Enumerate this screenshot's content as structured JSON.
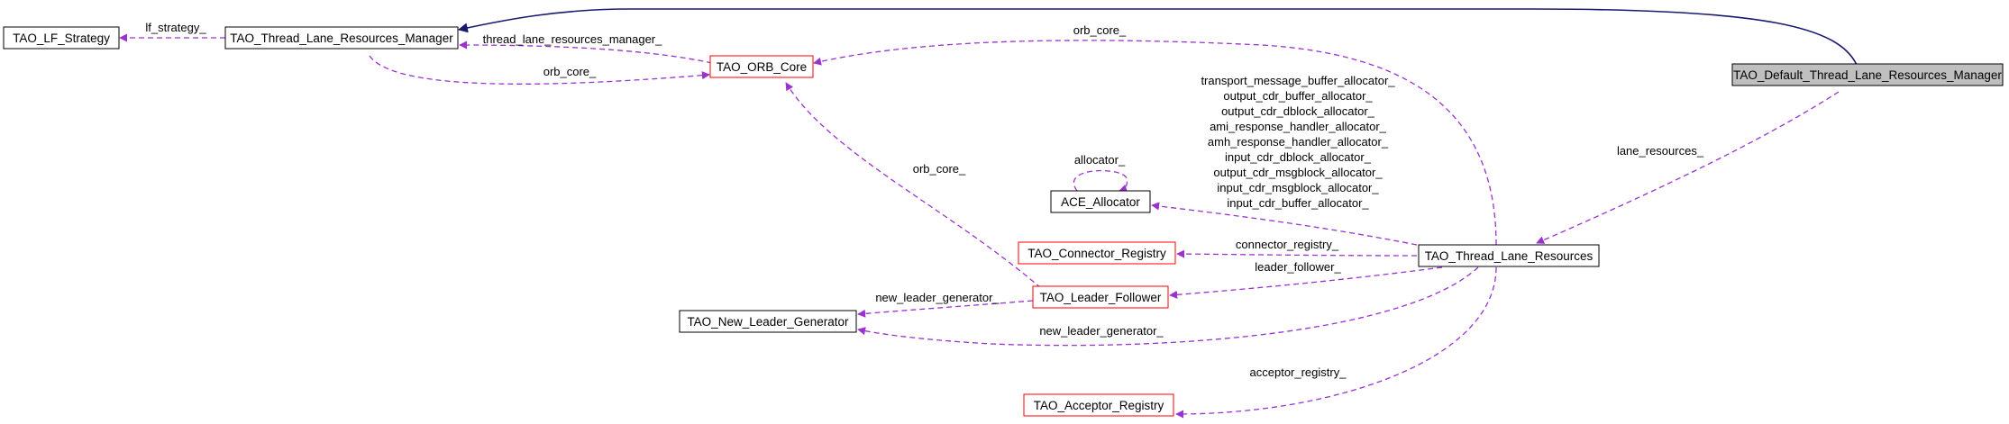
{
  "colors": {
    "background": "#ffffff",
    "node_border": "#000000",
    "node_border_incomplete": "#ff0000",
    "focus_fill": "#bfbfbf",
    "inheritance_edge": "#191970",
    "usage_edge": "#9a32cd"
  },
  "nodes": {
    "lf_strategy": "TAO_LF_Strategy",
    "trm": "TAO_Thread_Lane_Resources_Manager",
    "orb_core": "TAO_ORB_Core",
    "dtlrm": "TAO_Default_Thread_Lane_Resources_Manager",
    "ace_allocator": "ACE_Allocator",
    "connector_registry": "TAO_Connector_Registry",
    "tlr": "TAO_Thread_Lane_Resources",
    "leader_follower": "TAO_Leader_Follower",
    "new_leader_generator": "TAO_New_Leader_Generator",
    "acceptor_registry": "TAO_Acceptor_Registry"
  },
  "edge_labels": {
    "lf_strategy": "lf_strategy_",
    "thread_lane_resources_manager": "thread_lane_resources_manager_",
    "orb_core_trm": "orb_core_",
    "orb_core_top": "orb_core_",
    "orb_core_lf": "orb_core_",
    "allocator_self": "allocator_",
    "allocators": [
      "transport_message_buffer_allocator_",
      "output_cdr_buffer_allocator_",
      "output_cdr_dblock_allocator_",
      "ami_response_handler_allocator_",
      "amh_response_handler_allocator_",
      "input_cdr_dblock_allocator_",
      "output_cdr_msgblock_allocator_",
      "input_cdr_msgblock_allocator_",
      "input_cdr_buffer_allocator_"
    ],
    "lane_resources": "lane_resources_",
    "connector_registry": "connector_registry_",
    "leader_follower": "leader_follower_",
    "new_leader_generator_lf": "new_leader_generator_",
    "new_leader_generator_tlr": "new_leader_generator_",
    "acceptor_registry": "acceptor_registry_"
  }
}
